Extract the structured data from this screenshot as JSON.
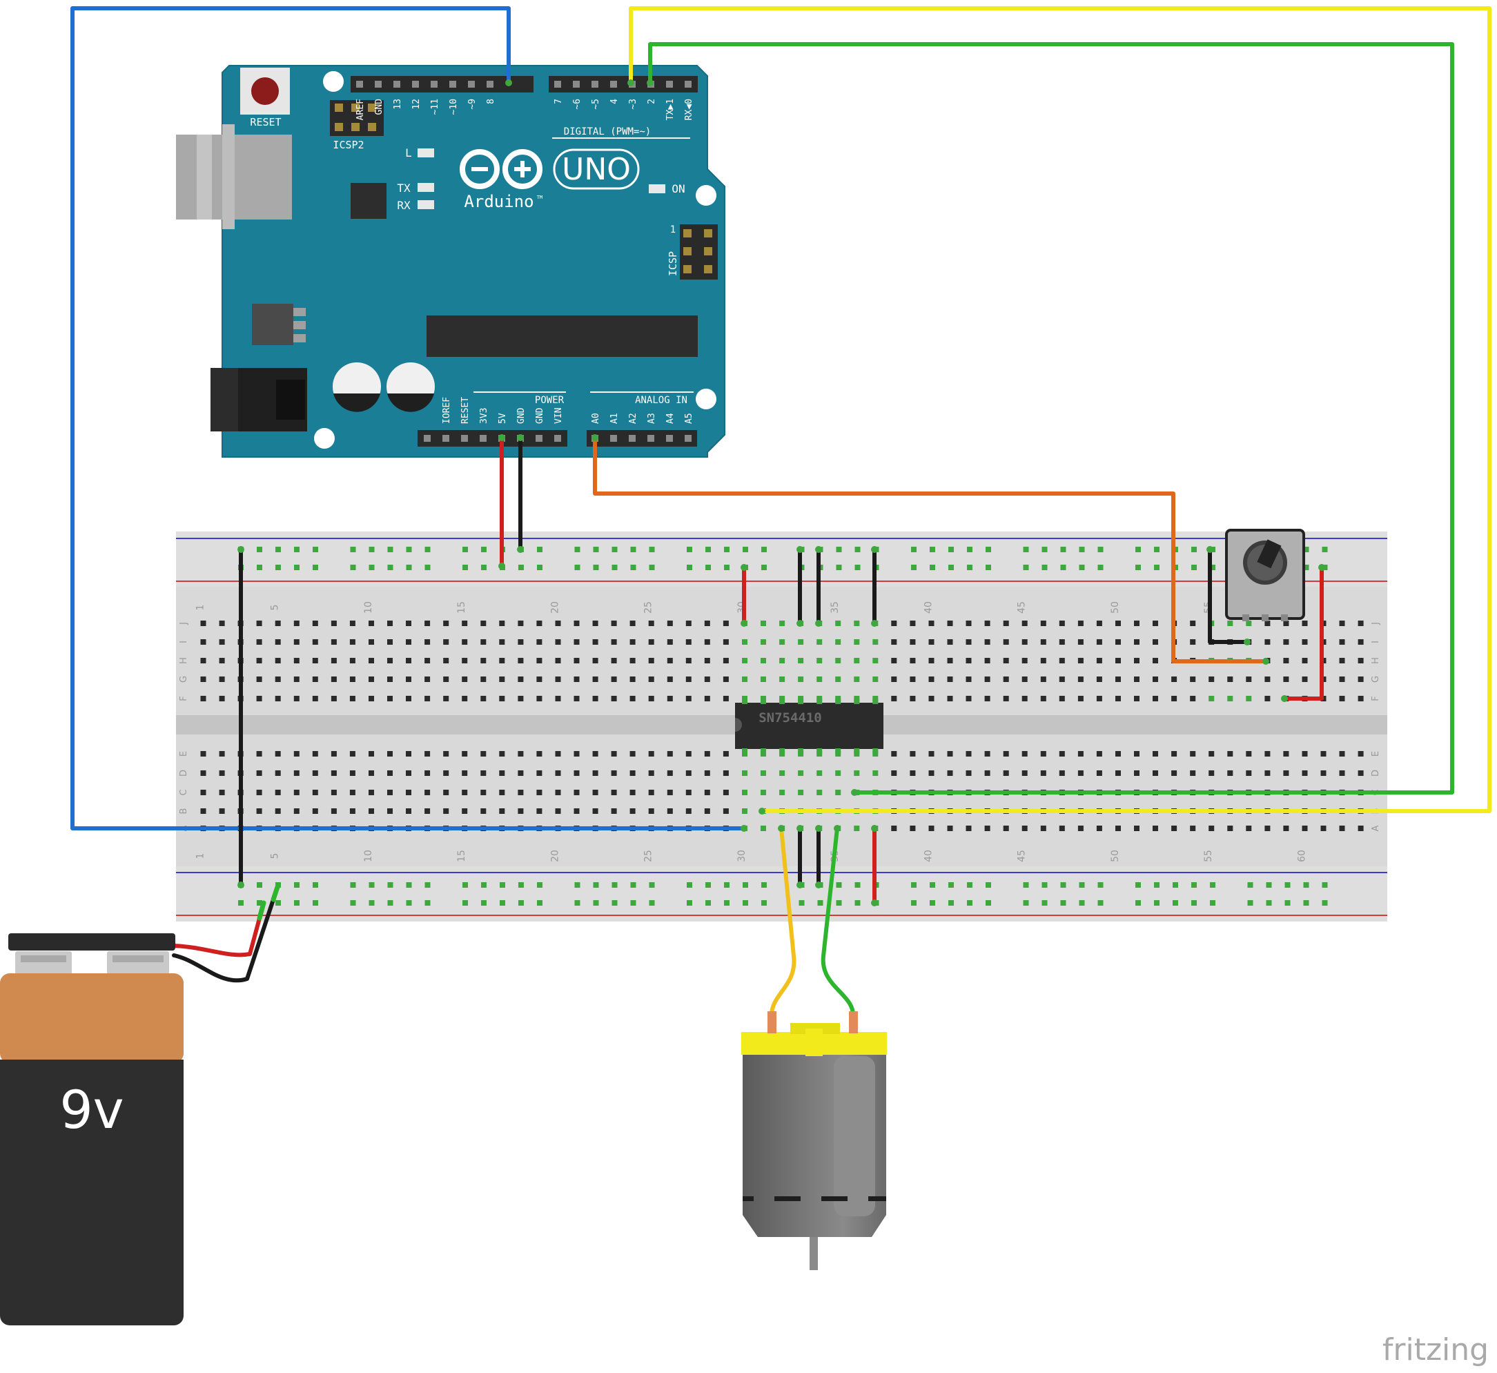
{
  "diagram": {
    "watermark": "fritzing",
    "arduino": {
      "reset": "RESET",
      "icsp2": "ICSP2",
      "icsp": "ICSP",
      "icsp_pin1": "1",
      "logo_text": "Arduino",
      "tm": "TM",
      "model": "UNO",
      "digital": "DIGITAL (PWM=~)",
      "digital_pins": [
        "AREF",
        "GND",
        "13",
        "12",
        "~11",
        "~10",
        "~9",
        "8",
        "7",
        "~6",
        "~5",
        "4",
        "~3",
        "2",
        "TX▶1",
        "RX◀0"
      ],
      "power": "POWER",
      "power_pins": [
        "IOREF",
        "RESET",
        "3V3",
        "5V",
        "GND",
        "GND",
        "VIN"
      ],
      "analog": "ANALOG IN",
      "analog_pins": [
        "A0",
        "A1",
        "A2",
        "A3",
        "A4",
        "A5"
      ],
      "led_l": "L",
      "led_tx": "TX",
      "led_rx": "RX",
      "led_on": "ON"
    },
    "chip_label": "SN754410",
    "battery_label": "9v",
    "breadboard": {
      "column_numbers": [
        "1",
        "5",
        "10",
        "15",
        "20",
        "25",
        "30",
        "35",
        "40",
        "45",
        "50",
        "55",
        "60"
      ],
      "rows_top": [
        "J",
        "I",
        "H",
        "G",
        "F"
      ],
      "rows_bottom": [
        "E",
        "D",
        "C",
        "B",
        "A"
      ]
    },
    "wire_colors": {
      "blue": "#1e6fd0",
      "yellow": "#f2ea1a",
      "green": "#2db52d",
      "orange": "#e0681a",
      "red": "#d01f1f",
      "black": "#1a1a1a"
    }
  }
}
